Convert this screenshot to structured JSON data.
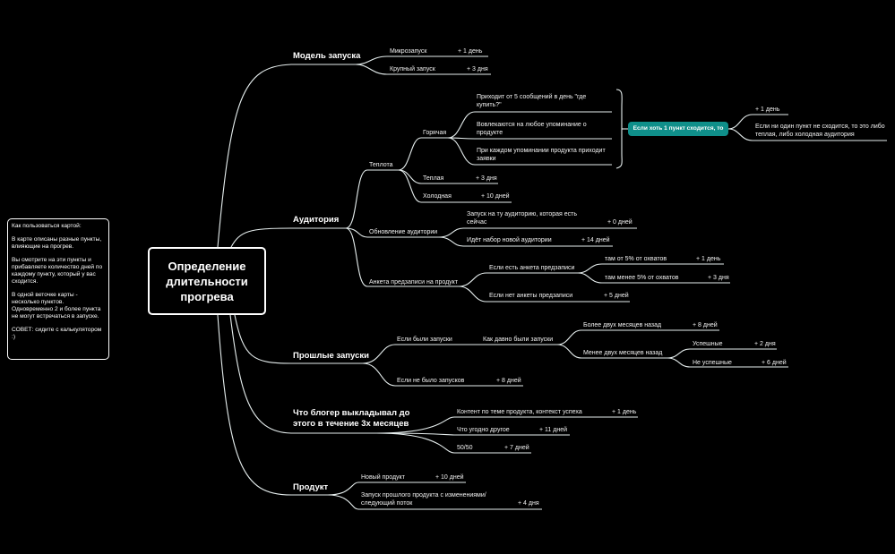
{
  "note": {
    "title": "Как пользоваться картой:",
    "p1": "В карте описаны разные пункты, влияющие на прогрев.",
    "p2": "Вы смотрите на эти пункты и прибавляете количество дней по каждому пункту, который у вас сходится.",
    "p3": "В одной веточке карты - несколько пунктов. Одновременно 2 и более пункта не могут встречаться в запуске.",
    "p4": "СОВЕТ: сидите с калькулятором :)"
  },
  "root": "Определение длительности прогрева",
  "launch_model": {
    "title": "Модель запуска",
    "micro": "Микрозапуск",
    "micro_days": "+ 1 день",
    "large": "Крупный запуск",
    "large_days": "+ 3 дня"
  },
  "audience": {
    "title": "Аудитория",
    "warmth": "Теплота",
    "hot": "Горячая",
    "hot_1": "Приходит от 5 сообщений в день \"где купить?\"",
    "hot_2": "Вовлекаются на любое упоминание о продукте",
    "hot_3": "При каждом упоминании продукта приходит заявки",
    "pill": "Если хоть 1 пункт сходится, то",
    "pill_days": "+ 1 день",
    "pill_else": "Если ни один пункт не сходится, то это либо теплая, либо холодная аудитория",
    "warm": "Теплая",
    "warm_days": "+ 3 дня",
    "cold": "Холодная",
    "cold_days": "+ 10 дней",
    "update": "Обновление аудитории",
    "same": "Запуск на ту аудиторию, которая есть сейчас",
    "same_days": "+ 0 дней",
    "new": "Идёт набор новой аудитории",
    "new_days": "+ 14 дней",
    "survey": "Анкета предзаписи на продукт",
    "has_survey": "Если есть анкета предзаписи",
    "from5": "там от 5% от охватов",
    "from5_days": "+ 1 день",
    "less5": "там менее 5% от охватов",
    "less5_days": "+ 3 дня",
    "no_survey": "Если нет анкеты предзаписи",
    "no_survey_days": "+ 5 дней"
  },
  "past": {
    "title": "Прошлые запуски",
    "were": "Если были запуски",
    "how_long": "Как давно были запуски",
    "more2": "Более двух месяцев назад",
    "more2_days": "+ 8 дней",
    "less2": "Менее двух месяцев назад",
    "success": "Успешные",
    "success_days": "+ 2 дня",
    "fail": "Не успешные",
    "fail_days": "+ 6 дней",
    "none": "Если не было запусков",
    "none_days": "+ 8 дней"
  },
  "blogger": {
    "title": "Что блогер выкладывал до этого в течение 3х месяцев",
    "content": "Контент по теме продукта, контекст успеха",
    "content_days": "+ 1 день",
    "other": "Что угодно другое",
    "other_days": "+ 11 дней",
    "half": "50/50",
    "half_days": "+ 7 дней"
  },
  "product": {
    "title": "Продукт",
    "new": "Новый продукт",
    "new_days": "+ 10 дней",
    "old": "Запуск прошлого продукта с изменениями/ следующий поток",
    "old_days": "+ 4 дня"
  }
}
